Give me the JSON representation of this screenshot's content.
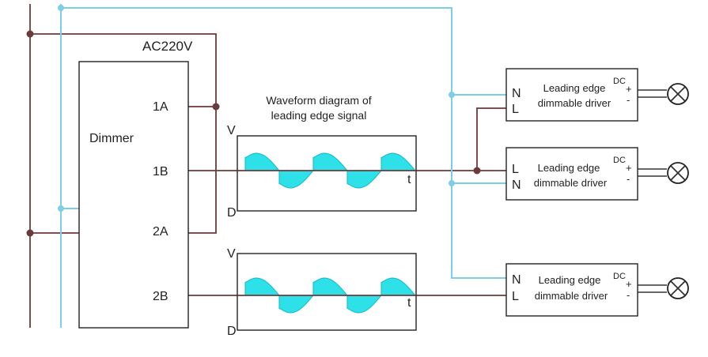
{
  "supply": {
    "label": "AC220V"
  },
  "dimmer": {
    "label": "Dimmer",
    "terminals": [
      "1A",
      "1B",
      "2A",
      "2B"
    ]
  },
  "waveform": {
    "title_line1": "Waveform diagram of",
    "title_line2": "leading edge signal",
    "axis_v": "V",
    "axis_d": "D",
    "axis_t": "t"
  },
  "drivers": [
    {
      "line1": "Leading edge",
      "line2": "dimmable driver",
      "top_pin": "N",
      "bottom_pin": "L",
      "dc": "DC",
      "plus": "+",
      "minus": "-"
    },
    {
      "line1": "Leading edge",
      "line2": "dimmable driver",
      "top_pin": "L",
      "bottom_pin": "N",
      "dc": "DC",
      "plus": "+",
      "minus": "-"
    },
    {
      "line1": "Leading edge",
      "line2": "dimmable driver",
      "top_pin": "N",
      "bottom_pin": "L",
      "dc": "DC",
      "plus": "+",
      "minus": "-"
    }
  ],
  "colors": {
    "live_wire": "#6b3a3a",
    "neutral_wire": "#7ccfe6",
    "waveform_fill": "#2ee0e8"
  }
}
